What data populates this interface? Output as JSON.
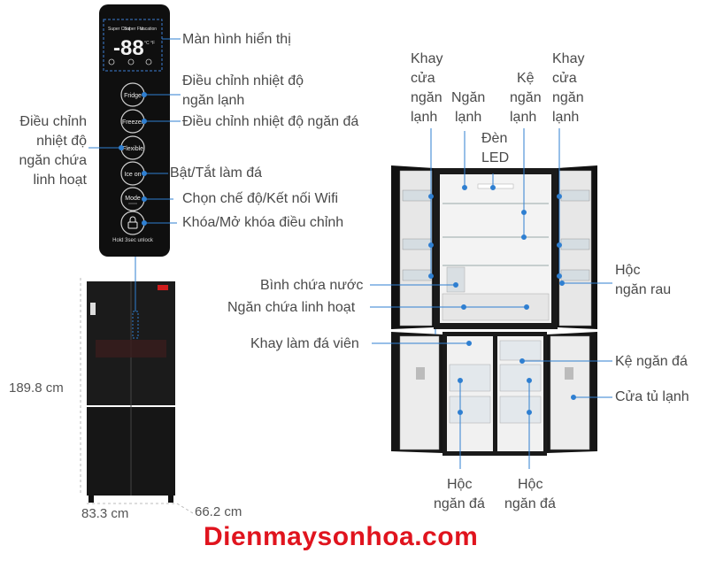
{
  "panel": {
    "top_labels": [
      "Super Cool",
      "Super Frz",
      "Vacation"
    ],
    "temp_display": "-88",
    "temp_units": "°C °F",
    "buttons": [
      {
        "id": "fridge",
        "label": "Fridge"
      },
      {
        "id": "freezer",
        "label": "Freezer"
      },
      {
        "id": "flexible",
        "label": "Flexible"
      },
      {
        "id": "iceon",
        "label": "Ice on"
      },
      {
        "id": "mode",
        "label": "Mode"
      },
      {
        "id": "lock",
        "label": ""
      }
    ],
    "lock_hint": "Hold 3sec unlock"
  },
  "callouts": {
    "display": "Màn hình hiển thị",
    "fridge_adjust_l1": "Điều chỉnh nhiệt độ",
    "fridge_adjust_l2": "ngăn lạnh",
    "freezer_adjust": "Điều chỉnh nhiệt độ ngăn đá",
    "flex_adjust_l1": "Điều chỉnh",
    "flex_adjust_l2": "nhiệt độ",
    "flex_adjust_l3": "ngăn chứa",
    "flex_adjust_l4": "linh hoạt",
    "ice_toggle": "Bật/Tắt làm đá",
    "mode_wifi": "Chọn chế độ/Kết nối Wifi",
    "lock_toggle": "Khóa/Mở khóa điều chỉnh"
  },
  "dimensions": {
    "height": "189.8 cm",
    "width": "83.3 cm",
    "depth": "66.2 cm"
  },
  "interior": {
    "door_tray_l1": "Khay",
    "door_tray_l2": "cửa",
    "door_tray_l3": "ngăn",
    "door_tray_l4": "lạnh",
    "fridge_comp_l1": "Ngăn",
    "fridge_comp_l2": "lạnh",
    "fridge_shelf_l1": "Kệ",
    "fridge_shelf_l2": "ngăn",
    "fridge_shelf_l3": "lạnh",
    "led_l1": "Đèn",
    "led_l2": "LED",
    "water_tank": "Bình chứa nước",
    "flex_comp": "Ngăn chứa linh hoạt",
    "ice_tray": "Khay làm đá viên",
    "veg_drawer_l1": "Hộc",
    "veg_drawer_l2": "ngăn rau",
    "freezer_shelf": "Kệ ngăn đá",
    "fridge_door": "Cửa tủ lạnh",
    "freezer_drawer_l1": "Hộc",
    "freezer_drawer_l2": "ngăn đá"
  },
  "brand": "Dienmaysonhoa.com",
  "colors": {
    "accent": "#2f7fd1",
    "brand": "#e0141e",
    "panel": "#111111",
    "fridge_body": "#1a1a1a"
  }
}
